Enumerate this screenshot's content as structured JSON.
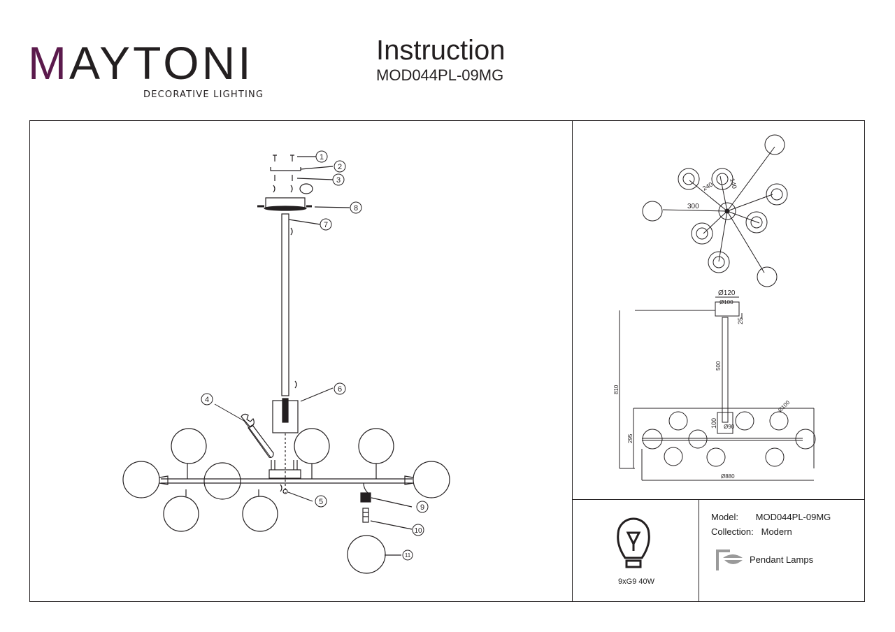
{
  "logo": {
    "wordmark_pre": "M",
    "wordmark_mid": "AYTON",
    "wordmark_post": "I",
    "tagline": "DECORATIVE LIGHTING",
    "accent_color": "#5b1a4c"
  },
  "header": {
    "title": "Instruction",
    "model": "MOD044PL-09MG"
  },
  "assembly": {
    "callouts": [
      "1",
      "2",
      "3",
      "4",
      "5",
      "6",
      "7",
      "8",
      "9",
      "10",
      "11"
    ]
  },
  "top_view": {
    "dimensions": [
      "240",
      "140",
      "300"
    ]
  },
  "side_view": {
    "dimensions": [
      "Ø120",
      "Ø100",
      "25",
      "500",
      "810",
      "100",
      "Ø90",
      "Ø100",
      "295",
      "Ø880"
    ]
  },
  "lamp": {
    "icon": "light-bulb-icon",
    "spec": "9xG9 40W"
  },
  "info": {
    "model_label": "Model:",
    "model_value": "MOD044PL-09MG",
    "collection_label": "Collection:",
    "collection_value": "Modern",
    "type_icon": "pendant-lamp-icon",
    "type_label": "Pendant Lamps"
  }
}
